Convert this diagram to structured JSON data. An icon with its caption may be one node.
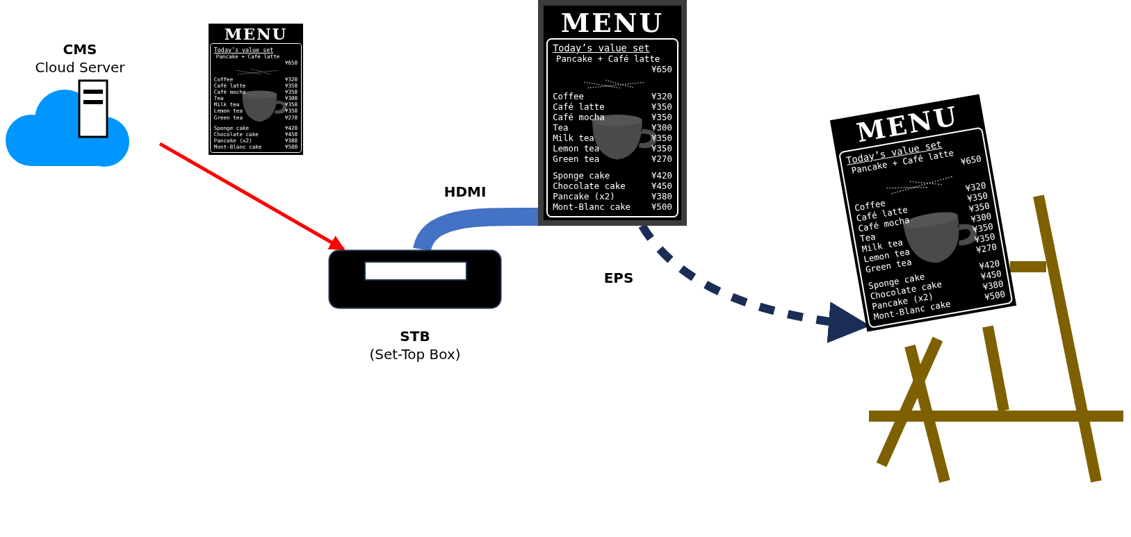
{
  "diagram": {
    "nodes": [
      {
        "text": [
          "CMS",
          "Cloud Server"
        ]
      },
      {
        "text": [
          "MENU",
          "Today’s value set",
          "Pancake + Café latte",
          "¥650",
          "Coffee",
          "¥320",
          "Café latte",
          "¥350",
          "Café mocha",
          "¥350",
          "Tea",
          "¥300",
          "Milk tea",
          "¥350",
          "Lemon tea",
          "¥350",
          "Green tea",
          "¥270",
          "Sponge cake",
          "¥420",
          "Chocolate cake",
          "¥450",
          "Pancake (x2)",
          "¥380",
          "Mont-Blanc cake",
          "¥500"
        ]
      },
      {
        "text": [
          "STB",
          "(Set-Top Box)"
        ]
      },
      {
        "text": [
          "MENU",
          "Today’s value set",
          "Pancake + Café latte",
          "¥650",
          "Coffee",
          "¥320",
          "Café latte",
          "¥350",
          "Café mocha",
          "¥350",
          "Tea",
          "¥300",
          "Milk tea",
          "¥350",
          "Lemon tea",
          "¥350",
          "Green tea",
          "¥270",
          "Sponge cake",
          "¥420",
          "Chocolate cake",
          "¥450",
          "Pancake (x2)",
          "¥380",
          "Mont-Blanc cake",
          "¥500"
        ]
      },
      {
        "text": [
          "MENU",
          "Today’s value set",
          "Pancake + Café latte",
          "¥650",
          "Coffee",
          "¥320",
          "Café latte",
          "¥350",
          "Café mocha",
          "¥350",
          "Tea",
          "¥300",
          "Milk tea",
          "¥350",
          "Lemon tea",
          "¥350",
          "Green tea",
          "¥270",
          "Sponge cake",
          "¥420",
          "Chocolate cake",
          "¥450",
          "Pancake (x2)",
          "¥380",
          "Mont-Blanc cake",
          "¥500"
        ]
      }
    ],
    "edges": [
      {
        "from": 0,
        "to": 2,
        "arrow": "to",
        "color": "#ff0000"
      },
      {
        "from": 2,
        "to": 3,
        "arrow": "none",
        "label": "HDMI",
        "style": "thick",
        "color": "#4472c4"
      },
      {
        "from": 3,
        "to": 4,
        "arrow": "to",
        "label": "EPS",
        "style": "dashed",
        "color": "#1a2d54"
      }
    ]
  }
}
